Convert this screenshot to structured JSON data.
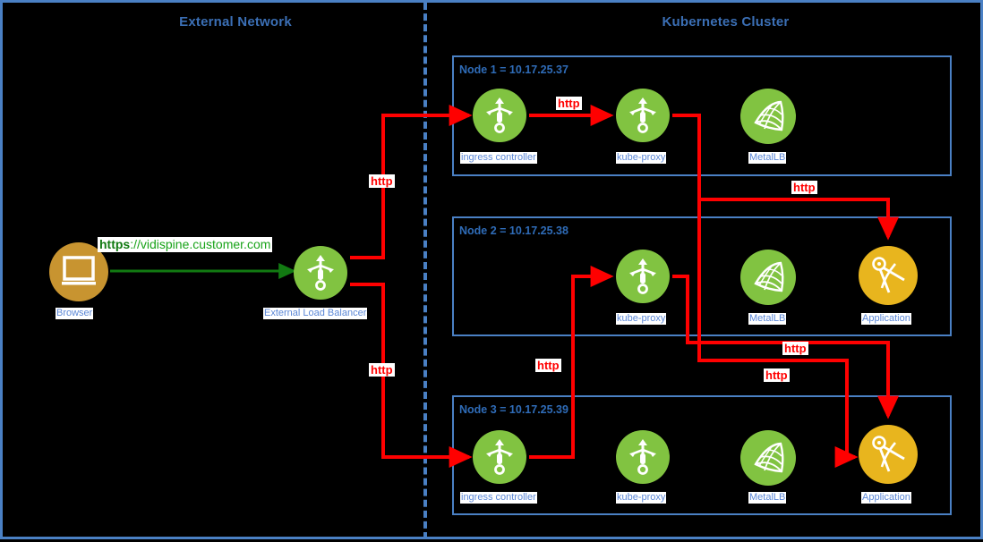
{
  "zones": [
    {
      "id": "external",
      "title": "External Network"
    },
    {
      "id": "cluster",
      "title": "Kubernetes Cluster"
    }
  ],
  "external": {
    "browser": {
      "label": "Browser",
      "icon": "monitor-icon",
      "color": "#c89430"
    },
    "load_balancer": {
      "label": "External Load Balancer",
      "icon": "proxy-trident-icon",
      "color": "#81c341"
    },
    "url": {
      "scheme": "https",
      "rest": "://vidispine.customer.com"
    }
  },
  "nodes": [
    {
      "title": "Node 1 = 10.17.25.37",
      "components": [
        {
          "label": "ingress controller",
          "icon": "proxy-trident-icon",
          "color": "#81c341"
        },
        {
          "label": "kube-proxy",
          "icon": "proxy-trident-icon",
          "color": "#81c341"
        },
        {
          "label": "MetalLB",
          "icon": "mesh-net-icon",
          "color": "#81c341"
        }
      ]
    },
    {
      "title": "Node 2 = 10.17.25.38",
      "components": [
        {
          "label": "kube-proxy",
          "icon": "proxy-trident-icon",
          "color": "#81c341"
        },
        {
          "label": "MetalLB",
          "icon": "mesh-net-icon",
          "color": "#81c341"
        },
        {
          "label": "Application",
          "icon": "compass-icon",
          "color": "#e8b51e"
        }
      ]
    },
    {
      "title": "Node 3 = 10.17.25.39",
      "components": [
        {
          "label": "ingress controller",
          "icon": "proxy-trident-icon",
          "color": "#81c341"
        },
        {
          "label": "kube-proxy",
          "icon": "proxy-trident-icon",
          "color": "#81c341"
        },
        {
          "label": "MetalLB",
          "icon": "mesh-net-icon",
          "color": "#81c341"
        },
        {
          "label": "Application",
          "icon": "compass-icon",
          "color": "#e8b51e"
        }
      ]
    }
  ],
  "flow_labels": [
    {
      "id": "lb-to-node1",
      "text": "http"
    },
    {
      "id": "ingress1-to-kubeproxy1",
      "text": "http"
    },
    {
      "id": "kubeproxy1-to-app2",
      "text": "http"
    },
    {
      "id": "lb-to-node3",
      "text": "http"
    },
    {
      "id": "ingress3-to-kubeproxy2",
      "text": "http"
    },
    {
      "id": "kubeproxy1-to-app3",
      "text": "http"
    },
    {
      "id": "kubeproxy2-to-app3",
      "text": "http"
    }
  ],
  "colors": {
    "background": "#000000",
    "border": "#4a80c4",
    "zone_title": "#3b6fb5",
    "node_border": "#4a80c4",
    "caption_text": "#5b87d6",
    "green": "#81c341",
    "gold": "#e8b51e",
    "brown": "#c89430",
    "http_red": "#ff0000",
    "https_green": "#127a12"
  }
}
